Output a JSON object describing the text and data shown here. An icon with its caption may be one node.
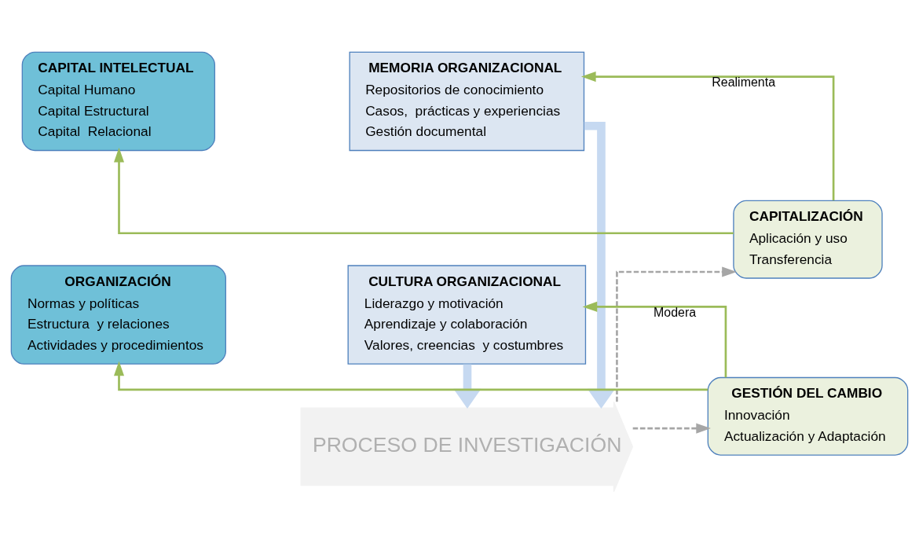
{
  "diagram": {
    "nodes": [
      {
        "text": [
          "CAPITAL INTELECTUAL",
          "Capital Humano",
          "Capital Estructural",
          "Capital  Relacional"
        ]
      },
      {
        "text": [
          "ORGANIZACIÓN",
          "Normas y políticas",
          "Estructura  y relaciones",
          "Actividades y procedimientos"
        ]
      },
      {
        "text": [
          "MEMORIA ORGANIZACIONAL",
          "Repositorios de conocimiento",
          "Casos,  prácticas y experiencias",
          "Gestión documental"
        ]
      },
      {
        "text": [
          "PROCESO DE INVESTIGACIÓN"
        ]
      },
      {
        "text": [
          "CULTURA ORGANIZACIONAL",
          "Liderazgo y motivación",
          "Aprendizaje y colaboración",
          "Valores, creencias  y costumbres"
        ]
      },
      {
        "text": [
          "CAPITALIZACIÓN",
          "Aplicación y uso",
          "Transferencia"
        ]
      },
      {
        "text": [
          "GESTIÓN DEL CAMBIO",
          "Innovación",
          "Actualización y Adaptación"
        ]
      }
    ],
    "edges": [
      {
        "from": 5,
        "to": 2,
        "arrow": "to",
        "label": "Realimenta"
      },
      {
        "from": 5,
        "to": 0,
        "arrow": "to"
      },
      {
        "from": 6,
        "to": 4,
        "arrow": "to",
        "label": "Modera"
      },
      {
        "from": 6,
        "to": 1,
        "arrow": "to"
      },
      {
        "from": 2,
        "to": 3,
        "arrow": "to",
        "style": "thick",
        "color": "#c6d9f1"
      },
      {
        "from": 4,
        "to": 3,
        "arrow": "to",
        "style": "thick",
        "color": "#c6d9f1"
      },
      {
        "from": 3,
        "to": 5,
        "arrow": "to",
        "style": "dashed",
        "color": "#a6a6a6"
      },
      {
        "from": 3,
        "to": 6,
        "arrow": "to",
        "style": "dashed",
        "color": "#a6a6a6"
      }
    ]
  }
}
